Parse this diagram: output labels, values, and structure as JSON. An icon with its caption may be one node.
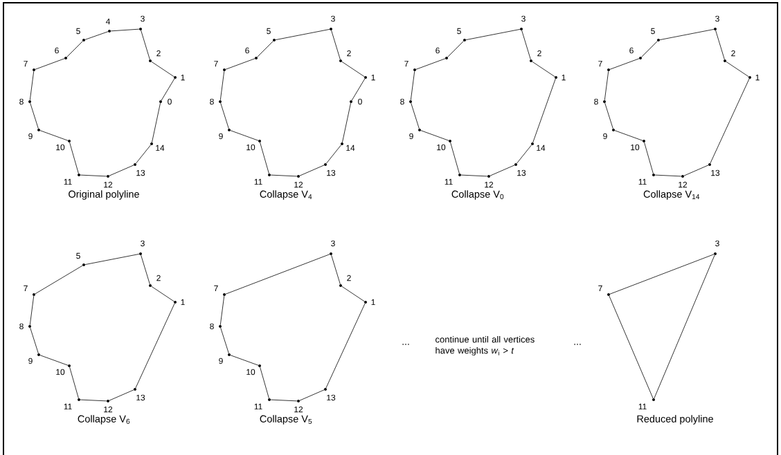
{
  "diagram": {
    "nodes": [
      {
        "text": [],
        "shape": "circle",
        "beside": [
          "0"
        ]
      },
      {
        "text": [],
        "shape": "circle",
        "beside": [
          "1"
        ]
      },
      {
        "text": [],
        "shape": "circle",
        "beside": [
          "2"
        ]
      },
      {
        "text": [],
        "shape": "circle",
        "beside": [
          "3"
        ]
      },
      {
        "text": [],
        "shape": "circle",
        "beside": [
          "4"
        ]
      },
      {
        "text": [],
        "shape": "circle",
        "beside": [
          "5"
        ]
      },
      {
        "text": [],
        "shape": "circle",
        "beside": [
          "6"
        ]
      },
      {
        "text": [],
        "shape": "circle",
        "beside": [
          "7"
        ]
      },
      {
        "text": [],
        "shape": "circle",
        "beside": [
          "8"
        ]
      },
      {
        "text": [],
        "shape": "circle",
        "beside": [
          "9"
        ]
      },
      {
        "text": [],
        "shape": "circle",
        "beside": [
          "10"
        ]
      },
      {
        "text": [],
        "shape": "circle",
        "beside": [
          "11"
        ]
      },
      {
        "text": [],
        "shape": "circle",
        "beside": [
          "12"
        ]
      },
      {
        "text": [],
        "shape": "circle",
        "beside": [
          "13"
        ]
      },
      {
        "text": [],
        "shape": "circle",
        "beside": [
          "14"
        ]
      },
      {
        "text": [],
        "shape": "circle",
        "beside": [
          "0"
        ]
      },
      {
        "text": [],
        "shape": "circle",
        "beside": [
          "1"
        ]
      },
      {
        "text": [],
        "shape": "circle",
        "beside": [
          "2"
        ]
      },
      {
        "text": [],
        "shape": "circle",
        "beside": [
          "3"
        ]
      },
      {
        "text": [],
        "shape": "circle",
        "beside": [
          "5"
        ]
      },
      {
        "text": [],
        "shape": "circle",
        "beside": [
          "6"
        ]
      },
      {
        "text": [],
        "shape": "circle",
        "beside": [
          "7"
        ]
      },
      {
        "text": [],
        "shape": "circle",
        "beside": [
          "8"
        ]
      },
      {
        "text": [],
        "shape": "circle",
        "beside": [
          "9"
        ]
      },
      {
        "text": [],
        "shape": "circle",
        "beside": [
          "10"
        ]
      },
      {
        "text": [],
        "shape": "circle",
        "beside": [
          "11"
        ]
      },
      {
        "text": [],
        "shape": "circle",
        "beside": [
          "12"
        ]
      },
      {
        "text": [],
        "shape": "circle",
        "beside": [
          "13"
        ]
      },
      {
        "text": [],
        "shape": "circle",
        "beside": [
          "14"
        ]
      },
      {
        "text": [],
        "shape": "circle",
        "beside": [
          "1"
        ]
      },
      {
        "text": [],
        "shape": "circle",
        "beside": [
          "2"
        ]
      },
      {
        "text": [],
        "shape": "circle",
        "beside": [
          "3"
        ]
      },
      {
        "text": [],
        "shape": "circle",
        "beside": [
          "5"
        ]
      },
      {
        "text": [],
        "shape": "circle",
        "beside": [
          "6"
        ]
      },
      {
        "text": [],
        "shape": "circle",
        "beside": [
          "7"
        ]
      },
      {
        "text": [],
        "shape": "circle",
        "beside": [
          "8"
        ]
      },
      {
        "text": [],
        "shape": "circle",
        "beside": [
          "9"
        ]
      },
      {
        "text": [],
        "shape": "circle",
        "beside": [
          "10"
        ]
      },
      {
        "text": [],
        "shape": "circle",
        "beside": [
          "11"
        ]
      },
      {
        "text": [],
        "shape": "circle",
        "beside": [
          "12"
        ]
      },
      {
        "text": [],
        "shape": "circle",
        "beside": [
          "13"
        ]
      },
      {
        "text": [],
        "shape": "circle",
        "beside": [
          "14"
        ]
      },
      {
        "text": [],
        "shape": "circle",
        "beside": [
          "1"
        ]
      },
      {
        "text": [],
        "shape": "circle",
        "beside": [
          "2"
        ]
      },
      {
        "text": [],
        "shape": "circle",
        "beside": [
          "3"
        ]
      },
      {
        "text": [],
        "shape": "circle",
        "beside": [
          "5"
        ]
      },
      {
        "text": [],
        "shape": "circle",
        "beside": [
          "6"
        ]
      },
      {
        "text": [],
        "shape": "circle",
        "beside": [
          "7"
        ]
      },
      {
        "text": [],
        "shape": "circle",
        "beside": [
          "8"
        ]
      },
      {
        "text": [],
        "shape": "circle",
        "beside": [
          "9"
        ]
      },
      {
        "text": [],
        "shape": "circle",
        "beside": [
          "10"
        ]
      },
      {
        "text": [],
        "shape": "circle",
        "beside": [
          "11"
        ]
      },
      {
        "text": [],
        "shape": "circle",
        "beside": [
          "12"
        ]
      },
      {
        "text": [],
        "shape": "circle",
        "beside": [
          "13"
        ]
      },
      {
        "text": [],
        "shape": "circle",
        "beside": [
          "1"
        ]
      },
      {
        "text": [],
        "shape": "circle",
        "beside": [
          "2"
        ]
      },
      {
        "text": [],
        "shape": "circle",
        "beside": [
          "3"
        ]
      },
      {
        "text": [],
        "shape": "circle",
        "beside": [
          "5"
        ]
      },
      {
        "text": [],
        "shape": "circle",
        "beside": [
          "7"
        ]
      },
      {
        "text": [],
        "shape": "circle",
        "beside": [
          "8"
        ]
      },
      {
        "text": [],
        "shape": "circle",
        "beside": [
          "9"
        ]
      },
      {
        "text": [],
        "shape": "circle",
        "beside": [
          "10"
        ]
      },
      {
        "text": [],
        "shape": "circle",
        "beside": [
          "11"
        ]
      },
      {
        "text": [],
        "shape": "circle",
        "beside": [
          "12"
        ]
      },
      {
        "text": [],
        "shape": "circle",
        "beside": [
          "13"
        ]
      },
      {
        "text": [],
        "shape": "circle",
        "beside": [
          "1"
        ]
      },
      {
        "text": [],
        "shape": "circle",
        "beside": [
          "2"
        ]
      },
      {
        "text": [],
        "shape": "circle",
        "beside": [
          "3"
        ]
      },
      {
        "text": [],
        "shape": "circle",
        "beside": [
          "7"
        ]
      },
      {
        "text": [],
        "shape": "circle",
        "beside": [
          "8"
        ]
      },
      {
        "text": [],
        "shape": "circle",
        "beside": [
          "9"
        ]
      },
      {
        "text": [],
        "shape": "circle",
        "beside": [
          "10"
        ]
      },
      {
        "text": [],
        "shape": "circle",
        "beside": [
          "11"
        ]
      },
      {
        "text": [],
        "shape": "circle",
        "beside": [
          "12"
        ]
      },
      {
        "text": [],
        "shape": "circle",
        "beside": [
          "13"
        ]
      },
      {
        "text": [],
        "shape": "circle",
        "beside": [
          "3"
        ]
      },
      {
        "text": [],
        "shape": "circle",
        "beside": [
          "7"
        ]
      },
      {
        "text": [],
        "shape": "circle",
        "beside": [
          "11"
        ]
      }
    ],
    "edges": [
      {
        "from": 0,
        "to": 1,
        "arrow": "none"
      },
      {
        "from": 1,
        "to": 2,
        "arrow": "none"
      },
      {
        "from": 2,
        "to": 3,
        "arrow": "none"
      },
      {
        "from": 3,
        "to": 4,
        "arrow": "none"
      },
      {
        "from": 4,
        "to": 5,
        "arrow": "none"
      },
      {
        "from": 5,
        "to": 6,
        "arrow": "none"
      },
      {
        "from": 6,
        "to": 7,
        "arrow": "none"
      },
      {
        "from": 7,
        "to": 8,
        "arrow": "none"
      },
      {
        "from": 8,
        "to": 9,
        "arrow": "none"
      },
      {
        "from": 9,
        "to": 10,
        "arrow": "none"
      },
      {
        "from": 10,
        "to": 11,
        "arrow": "none"
      },
      {
        "from": 11,
        "to": 12,
        "arrow": "none"
      },
      {
        "from": 12,
        "to": 13,
        "arrow": "none"
      },
      {
        "from": 13,
        "to": 14,
        "arrow": "none"
      },
      {
        "from": 14,
        "to": 0,
        "arrow": "none"
      },
      {
        "from": 15,
        "to": 16,
        "arrow": "none"
      },
      {
        "from": 16,
        "to": 17,
        "arrow": "none"
      },
      {
        "from": 17,
        "to": 18,
        "arrow": "none"
      },
      {
        "from": 18,
        "to": 19,
        "arrow": "none"
      },
      {
        "from": 19,
        "to": 20,
        "arrow": "none"
      },
      {
        "from": 20,
        "to": 21,
        "arrow": "none"
      },
      {
        "from": 21,
        "to": 22,
        "arrow": "none"
      },
      {
        "from": 22,
        "to": 23,
        "arrow": "none"
      },
      {
        "from": 23,
        "to": 24,
        "arrow": "none"
      },
      {
        "from": 24,
        "to": 25,
        "arrow": "none"
      },
      {
        "from": 25,
        "to": 26,
        "arrow": "none"
      },
      {
        "from": 26,
        "to": 27,
        "arrow": "none"
      },
      {
        "from": 27,
        "to": 28,
        "arrow": "none"
      },
      {
        "from": 28,
        "to": 15,
        "arrow": "none"
      },
      {
        "from": 29,
        "to": 30,
        "arrow": "none"
      },
      {
        "from": 30,
        "to": 31,
        "arrow": "none"
      },
      {
        "from": 31,
        "to": 32,
        "arrow": "none"
      },
      {
        "from": 32,
        "to": 33,
        "arrow": "none"
      },
      {
        "from": 33,
        "to": 34,
        "arrow": "none"
      },
      {
        "from": 34,
        "to": 35,
        "arrow": "none"
      },
      {
        "from": 35,
        "to": 36,
        "arrow": "none"
      },
      {
        "from": 36,
        "to": 37,
        "arrow": "none"
      },
      {
        "from": 37,
        "to": 38,
        "arrow": "none"
      },
      {
        "from": 38,
        "to": 39,
        "arrow": "none"
      },
      {
        "from": 39,
        "to": 40,
        "arrow": "none"
      },
      {
        "from": 40,
        "to": 41,
        "arrow": "none"
      },
      {
        "from": 41,
        "to": 29,
        "arrow": "none"
      },
      {
        "from": 42,
        "to": 43,
        "arrow": "none"
      },
      {
        "from": 43,
        "to": 44,
        "arrow": "none"
      },
      {
        "from": 44,
        "to": 45,
        "arrow": "none"
      },
      {
        "from": 45,
        "to": 46,
        "arrow": "none"
      },
      {
        "from": 46,
        "to": 47,
        "arrow": "none"
      },
      {
        "from": 47,
        "to": 48,
        "arrow": "none"
      },
      {
        "from": 48,
        "to": 49,
        "arrow": "none"
      },
      {
        "from": 49,
        "to": 50,
        "arrow": "none"
      },
      {
        "from": 50,
        "to": 51,
        "arrow": "none"
      },
      {
        "from": 51,
        "to": 52,
        "arrow": "none"
      },
      {
        "from": 52,
        "to": 53,
        "arrow": "none"
      },
      {
        "from": 53,
        "to": 42,
        "arrow": "none"
      },
      {
        "from": 54,
        "to": 55,
        "arrow": "none"
      },
      {
        "from": 55,
        "to": 56,
        "arrow": "none"
      },
      {
        "from": 56,
        "to": 57,
        "arrow": "none"
      },
      {
        "from": 57,
        "to": 58,
        "arrow": "none"
      },
      {
        "from": 58,
        "to": 59,
        "arrow": "none"
      },
      {
        "from": 59,
        "to": 60,
        "arrow": "none"
      },
      {
        "from": 60,
        "to": 61,
        "arrow": "none"
      },
      {
        "from": 61,
        "to": 62,
        "arrow": "none"
      },
      {
        "from": 62,
        "to": 63,
        "arrow": "none"
      },
      {
        "from": 63,
        "to": 64,
        "arrow": "none"
      },
      {
        "from": 64,
        "to": 54,
        "arrow": "none"
      },
      {
        "from": 65,
        "to": 66,
        "arrow": "none"
      },
      {
        "from": 66,
        "to": 67,
        "arrow": "none"
      },
      {
        "from": 67,
        "to": 68,
        "arrow": "none"
      },
      {
        "from": 68,
        "to": 69,
        "arrow": "none"
      },
      {
        "from": 69,
        "to": 70,
        "arrow": "none"
      },
      {
        "from": 70,
        "to": 71,
        "arrow": "none"
      },
      {
        "from": 71,
        "to": 72,
        "arrow": "none"
      },
      {
        "from": 72,
        "to": 73,
        "arrow": "none"
      },
      {
        "from": 73,
        "to": 74,
        "arrow": "none"
      },
      {
        "from": 74,
        "to": 65,
        "arrow": "none"
      },
      {
        "from": 75,
        "to": 76,
        "arrow": "none"
      },
      {
        "from": 76,
        "to": 77,
        "arrow": "none"
      },
      {
        "from": 77,
        "to": 75,
        "arrow": "none"
      }
    ],
    "labels": [
      "Original polyline",
      "Collapse V$_{4}$",
      "Collapse V$_{0}$",
      "Collapse V$_{14}$",
      "Collapse V$_{6}$",
      "Collapse V$_{5}$",
      "...",
      "continue until all vertices have weights *w*$_{i}$ > *t*",
      "...",
      "Reduced polyline"
    ]
  }
}
